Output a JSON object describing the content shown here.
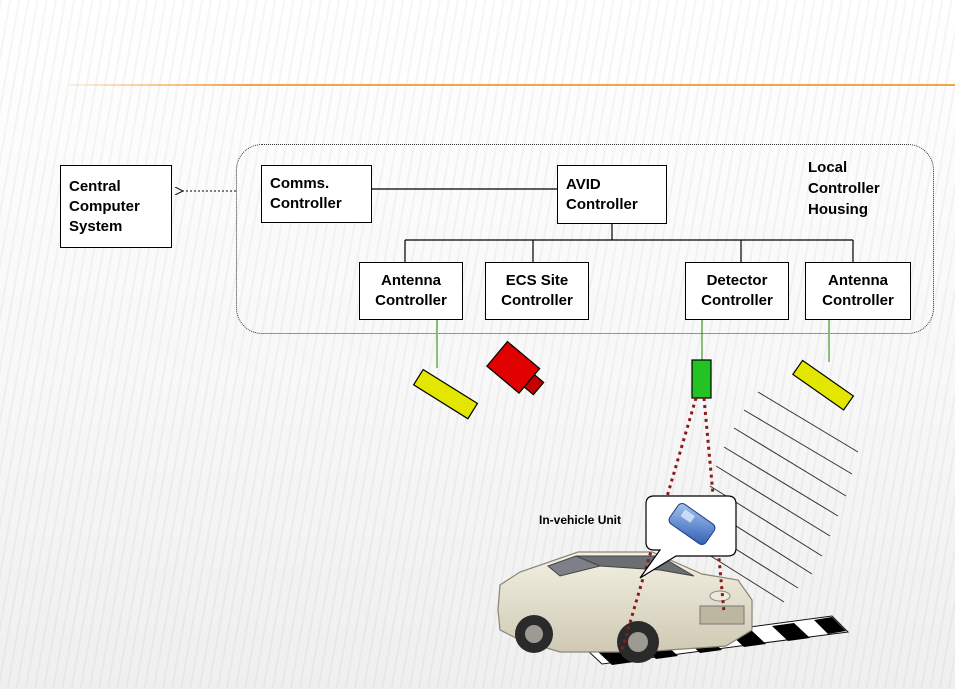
{
  "diagram": {
    "central": {
      "line1": "Central",
      "line2": "Computer",
      "line3": "System"
    },
    "comms": {
      "line1": "Comms.",
      "line2": "Controller"
    },
    "avid": {
      "line1": "AVID",
      "line2": "Controller"
    },
    "housing": {
      "line1": "Local",
      "line2": "Controller",
      "line3": "Housing"
    },
    "antenna_left": {
      "line1": "Antenna",
      "line2": "Controller"
    },
    "ecs": {
      "line1": "ECS Site",
      "line2": "Controller"
    },
    "detector": {
      "line1": "Detector",
      "line2": "Controller"
    },
    "antenna_right": {
      "line1": "Antenna",
      "line2": "Controller"
    },
    "in_vehicle_unit": "In-vehicle Unit"
  },
  "colors": {
    "accent_rule": "#f2a44a",
    "antenna": "#e3e600",
    "camera": "#e00000",
    "detector": "#22c322",
    "beam": "#8b1a1a"
  }
}
